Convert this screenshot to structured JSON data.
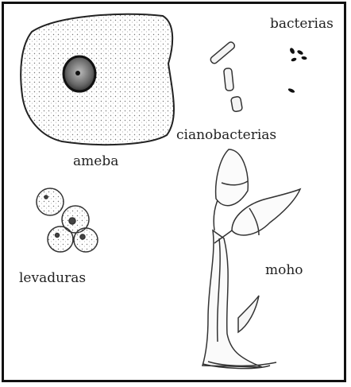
{
  "labels": {
    "ameba": "ameba",
    "bacterias": "bacterias",
    "cianobacterias": "cianobacterias",
    "levaduras": "levaduras",
    "moho": "moho"
  },
  "colors": {
    "ink": "#222222",
    "border": "#111111",
    "background": "#ffffff"
  }
}
